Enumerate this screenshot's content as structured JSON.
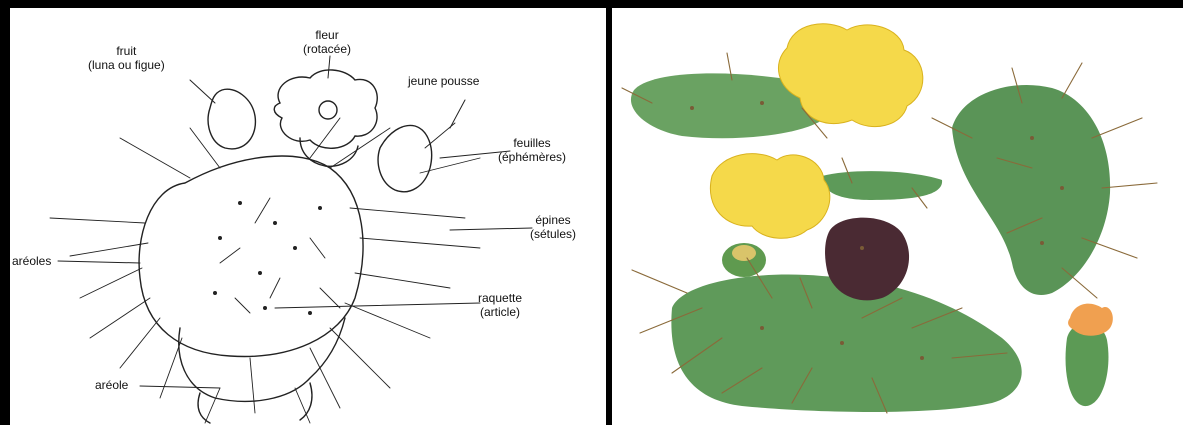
{
  "left_diagram": {
    "labels": {
      "fruit": [
        "fruit",
        "(luna ou figue)"
      ],
      "fleur": [
        "fleur",
        "(rotacée)"
      ],
      "jeune_pousse": [
        "jeune pousse"
      ],
      "feuilles": [
        "feuilles",
        "(éphémères)"
      ],
      "epines": [
        "épines",
        "(sétules)"
      ],
      "areoles": [
        "aréoles"
      ],
      "raquette": [
        "raquette",
        "(article)"
      ],
      "areole": [
        "aréole"
      ]
    },
    "colors": {
      "ink": "#222222",
      "paper": "#ffffff"
    }
  },
  "right_plate": {
    "header_left": "",
    "header_right": "",
    "captions": [
      "",
      "",
      "",
      ""
    ],
    "colors": {
      "pad_green": "#5f9a5a",
      "pad_dark": "#3d7a44",
      "flower_yellow": "#f5d94a",
      "flower_orange": "#f0a050",
      "fruit_purple": "#4a2a33",
      "spine": "#8a6a3a"
    }
  }
}
